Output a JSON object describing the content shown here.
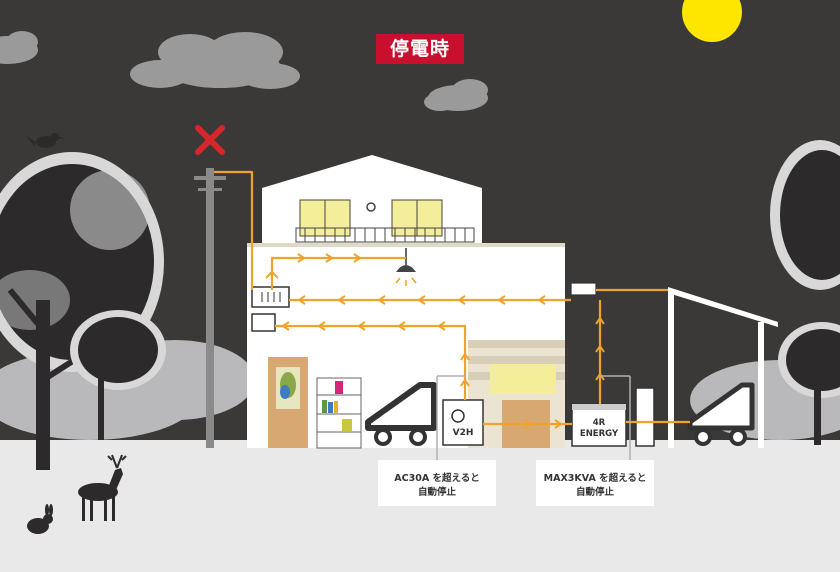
{
  "badge": {
    "label": "停電時"
  },
  "devices": {
    "v2h_label": "V2H",
    "energy_label_line1": "4R",
    "energy_label_line2": "ENERGY"
  },
  "notes": [
    {
      "line1": "AC30A を超えると",
      "line2": "自動停止"
    },
    {
      "line1": "MAX3KVA を超えると",
      "line2": "自動停止"
    }
  ],
  "colors": {
    "sky": "#3b3838",
    "ground": "#e9e9ea",
    "power_line": "#f0a32a",
    "badge": "#c8102e",
    "outage_mark": "#d6262a",
    "sun": "#ffe600",
    "window": "#f4ee9a"
  },
  "icons": [
    "power-outage-x-icon",
    "sun-icon",
    "cloud-icon",
    "bird-icon",
    "deer-icon",
    "rabbit-icon",
    "ceiling-lamp-icon",
    "car-icon"
  ]
}
